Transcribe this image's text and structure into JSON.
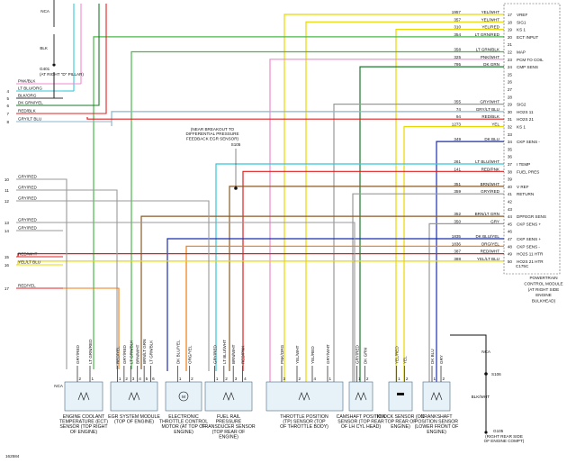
{
  "ref_number": "162584",
  "pcm_label": "POWERTRAIN CONTROL MODULE (AT RIGHT SIDE ENGINE BULKHEAD)",
  "pcm_connector": "C175C",
  "g401": {
    "connector": "NCA",
    "ground": "G401",
    "location": "(AT RIGHT \"D\" PILLAR)",
    "wire": "BLK"
  },
  "g105": {
    "connector": "NCA",
    "splice": "S106",
    "wire": "BLK/WHT",
    "ground": "G105",
    "location": "(RIGHT REAR SIDE OF ENGINE COMPT)"
  },
  "s105_note": "(NEAR BREAKOUT TO DIFFERENTIAL PRESSURE FEEDBACK EGR SENSOR)",
  "s105_label": "S105",
  "pcm_pins": [
    {
      "pin": "17",
      "circuit": "1957",
      "wire": "YEL/WHT",
      "label": "VREF",
      "color": "#e8d800"
    },
    {
      "pin": "18",
      "circuit": "357",
      "wire": "YEL/WHT",
      "label": "SIG1",
      "color": "#e8d800"
    },
    {
      "pin": "19",
      "circuit": "310",
      "wire": "YEL/RED",
      "label": "KS 1",
      "color": "#e8d800"
    },
    {
      "pin": "20",
      "circuit": "354",
      "wire": "LT GRN/RED",
      "label": "ECT INPUT",
      "color": "#49b84a"
    },
    {
      "pin": "21",
      "circuit": "",
      "wire": "",
      "label": "",
      "color": ""
    },
    {
      "pin": "22",
      "circuit": "358",
      "wire": "LT GRN/BLK",
      "label": "MAP",
      "color": "#49b84a"
    },
    {
      "pin": "23",
      "circuit": "325",
      "wire": "PNK/WHT",
      "label": "PCM TO COIL",
      "color": "#f08ad0"
    },
    {
      "pin": "24",
      "circuit": "795",
      "wire": "DK GRN",
      "label": "CMP SENS",
      "color": "#1a7a2a"
    },
    {
      "pin": "25",
      "circuit": "",
      "wire": "",
      "label": "",
      "color": ""
    },
    {
      "pin": "26",
      "circuit": "",
      "wire": "",
      "label": "",
      "color": ""
    },
    {
      "pin": "27",
      "circuit": "",
      "wire": "",
      "label": "",
      "color": ""
    },
    {
      "pin": "28",
      "circuit": "",
      "wire": "",
      "label": "",
      "color": ""
    },
    {
      "pin": "29",
      "circuit": "355",
      "wire": "GRY/WHT",
      "label": "SIG2",
      "color": "#999999"
    },
    {
      "pin": "30",
      "circuit": "74",
      "wire": "GRY/LT BLU",
      "label": "HO2S 11",
      "color": "#8ab7cf"
    },
    {
      "pin": "31",
      "circuit": "94",
      "wire": "RED/BLK",
      "label": "HO2S 21",
      "color": "#e02020"
    },
    {
      "pin": "32",
      "circuit": "1273",
      "wire": "YEL",
      "label": "KS 1",
      "color": "#e8d800"
    },
    {
      "pin": "33",
      "circuit": "",
      "wire": "",
      "label": "",
      "color": ""
    },
    {
      "pin": "34",
      "circuit": "349",
      "wire": "DK BLU",
      "label": "CKP SENS -",
      "color": "#1a2db0"
    },
    {
      "pin": "35",
      "circuit": "",
      "wire": "",
      "label": "",
      "color": ""
    },
    {
      "pin": "36",
      "circuit": "",
      "wire": "",
      "label": "",
      "color": ""
    },
    {
      "pin": "37",
      "circuit": "261",
      "wire": "LT BLU/WHT",
      "label": "I TEMP",
      "color": "#33c8d8"
    },
    {
      "pin": "38",
      "circuit": "141",
      "wire": "RED/PNK",
      "label": "FUEL PRES",
      "color": "#e02020"
    },
    {
      "pin": "39",
      "circuit": "",
      "wire": "",
      "label": "",
      "color": ""
    },
    {
      "pin": "40",
      "circuit": "351",
      "wire": "BRN/WHT",
      "label": "V REF",
      "color": "#8a5a2a"
    },
    {
      "pin": "41",
      "circuit": "359",
      "wire": "GRY/RED",
      "label": "RETURN",
      "color": "#999999"
    },
    {
      "pin": "42",
      "circuit": "",
      "wire": "",
      "label": "",
      "color": ""
    },
    {
      "pin": "43",
      "circuit": "",
      "wire": "",
      "label": "",
      "color": ""
    },
    {
      "pin": "44",
      "circuit": "352",
      "wire": "BRN/LT GRN",
      "label": "DPFEGR SENS",
      "color": "#8a5a2a"
    },
    {
      "pin": "45",
      "circuit": "350",
      "wire": "GRY",
      "label": "CKP SENS +",
      "color": "#999999"
    },
    {
      "pin": "46",
      "circuit": "",
      "wire": "",
      "label": "",
      "color": ""
    },
    {
      "pin": "47",
      "circuit": "1835",
      "wire": "DK BLU/YEL",
      "label": "CKP SENS +",
      "color": "#1a2db0"
    },
    {
      "pin": "48",
      "circuit": "1836",
      "wire": "ORG/YEL",
      "label": "CKP SENS -",
      "color": "#f07a10"
    },
    {
      "pin": "49",
      "circuit": "387",
      "wire": "RED/WHT",
      "label": "HO2S 11 HTR",
      "color": "#e02020"
    },
    {
      "pin": "50",
      "circuit": "388",
      "wire": "YEL/LT BLU",
      "label": "HO2S 21 HTR",
      "color": "#e8d800"
    }
  ],
  "left_wires": [
    {
      "num": "",
      "label": "PNK/BLK",
      "color": "#f08ad0"
    },
    {
      "num": "4",
      "label": "LT BLU/ORG",
      "color": "#33c8d8"
    },
    {
      "num": "5",
      "label": "BLK/ORG",
      "color": "#333333"
    },
    {
      "num": "6",
      "label": "DK GRN/YEL",
      "color": "#1a7a2a"
    },
    {
      "num": "7",
      "label": "RED/BLK",
      "color": "#e02020"
    },
    {
      "num": "8",
      "label": "GRY/LT BLU",
      "color": "#8ab7cf"
    },
    {
      "num": "10",
      "label": "GRY/RED",
      "color": "#999999"
    },
    {
      "num": "11",
      "label": "GRY/RED",
      "color": "#999999"
    },
    {
      "num": "12",
      "label": "GRY/RED",
      "color": "#999999"
    },
    {
      "num": "13",
      "label": "GRY/RED",
      "color": "#999999"
    },
    {
      "num": "14",
      "label": "GRY/RED",
      "color": "#999999"
    },
    {
      "num": "15",
      "label": "RED/WHT",
      "color": "#e02020"
    },
    {
      "num": "16",
      "label": "YEL/LT BLU",
      "color": "#e8d800"
    },
    {
      "num": "17",
      "label": "RED/YEL",
      "color": "#e02020"
    }
  ],
  "components": [
    {
      "name": "ect",
      "caption": "ENGINE COOLANT TEMPERATURE (ECT) SENSOR (TOP RIGHT OF ENGINE)",
      "connector": "NCA",
      "pins": [
        {
          "n": "2",
          "w": "GRY/RED"
        },
        {
          "n": "1",
          "w": "LT GRN/RED"
        }
      ]
    },
    {
      "name": "egr",
      "caption": "EGR SYSTEM MODULE (TOP OF ENGINE)",
      "connector": "",
      "pins": [
        {
          "n": "1",
          "w": "RED/YEL"
        },
        {
          "n": "2",
          "w": "GRY/RED"
        },
        {
          "n": "3",
          "w": "LT GRN/BLK"
        },
        {
          "n": "4",
          "w": "BRN/WHT"
        },
        {
          "n": "5",
          "w": "BRN/LT GRN"
        },
        {
          "n": "6",
          "w": "LT GRN/BLK"
        }
      ]
    },
    {
      "name": "etc",
      "caption": "ELECTRONIC THROTTLE CONTROL MOTOR (AT TOP OF ENGINE)",
      "connector": "",
      "pins": [
        {
          "n": "1",
          "w": "DK BLU/YEL"
        },
        {
          "n": "2",
          "w": "ORG/YEL"
        }
      ]
    },
    {
      "name": "frp",
      "caption": "FUEL RAIL PRESSURE TRANSDUCER SENSOR (TOP REAR OF ENGINE)",
      "connector": "",
      "pins": [
        {
          "n": "1",
          "w": "GRY/RED"
        },
        {
          "n": "2",
          "w": "LT BLU/WHT"
        },
        {
          "n": "3",
          "w": "BRN/WHT"
        },
        {
          "n": "4",
          "w": "RED/PNK"
        }
      ]
    },
    {
      "name": "tp",
      "caption": "THROTTLE POSITION (TP) SENSOR (TOP OF THROTTLE BODY)",
      "connector": "",
      "pins": [
        {
          "n": "3",
          "w": "PNK/ORG"
        },
        {
          "n": "2",
          "w": "YEL/WHT"
        },
        {
          "n": "4",
          "w": "YEL/RED"
        },
        {
          "n": "1",
          "w": "GRY/WHT"
        }
      ]
    },
    {
      "name": "cmp",
      "caption": "CAMSHAFT POSITION SENSOR (TOP REAR OF LH CYL HEAD)",
      "connector": "",
      "pins": [
        {
          "n": "1",
          "w": "GRY/RED"
        },
        {
          "n": "2",
          "w": "DK GRN"
        }
      ]
    },
    {
      "name": "ks",
      "caption": "KNOCK SENSOR (ON TOP REAR OF ENGINE)",
      "connector": "",
      "pins": [
        {
          "n": "1",
          "w": "YEL/RED"
        },
        {
          "n": "2",
          "w": "YEL"
        }
      ]
    },
    {
      "name": "ckp",
      "caption": "CRANKSHAFT POSITION SENSOR (LOWER FRONT OF ENGINE)",
      "connector": "",
      "pins": [
        {
          "n": "1",
          "w": "DK BLU"
        },
        {
          "n": "2",
          "w": "GRY"
        }
      ]
    }
  ]
}
